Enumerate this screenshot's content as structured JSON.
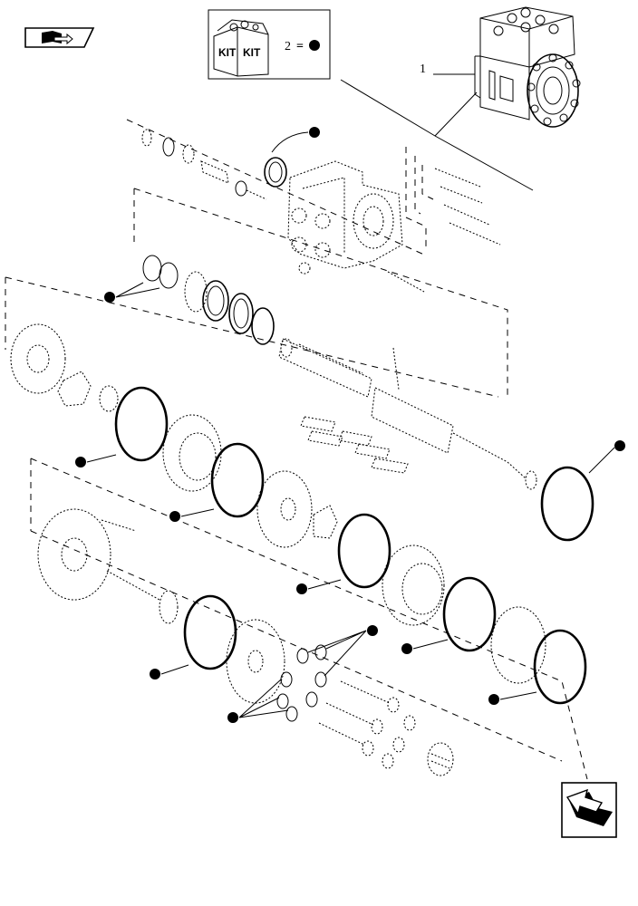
{
  "kit_box": {
    "kit_label_left": "KIT",
    "kit_label_right": "KIT",
    "number": "2",
    "equals": "="
  },
  "callouts": {
    "item_1": "1"
  },
  "nav": {
    "back_icon": "book-arrow-icon",
    "next_icon": "arrow-forward-icon"
  },
  "colors": {
    "ink": "#000000",
    "background": "#ffffff"
  }
}
